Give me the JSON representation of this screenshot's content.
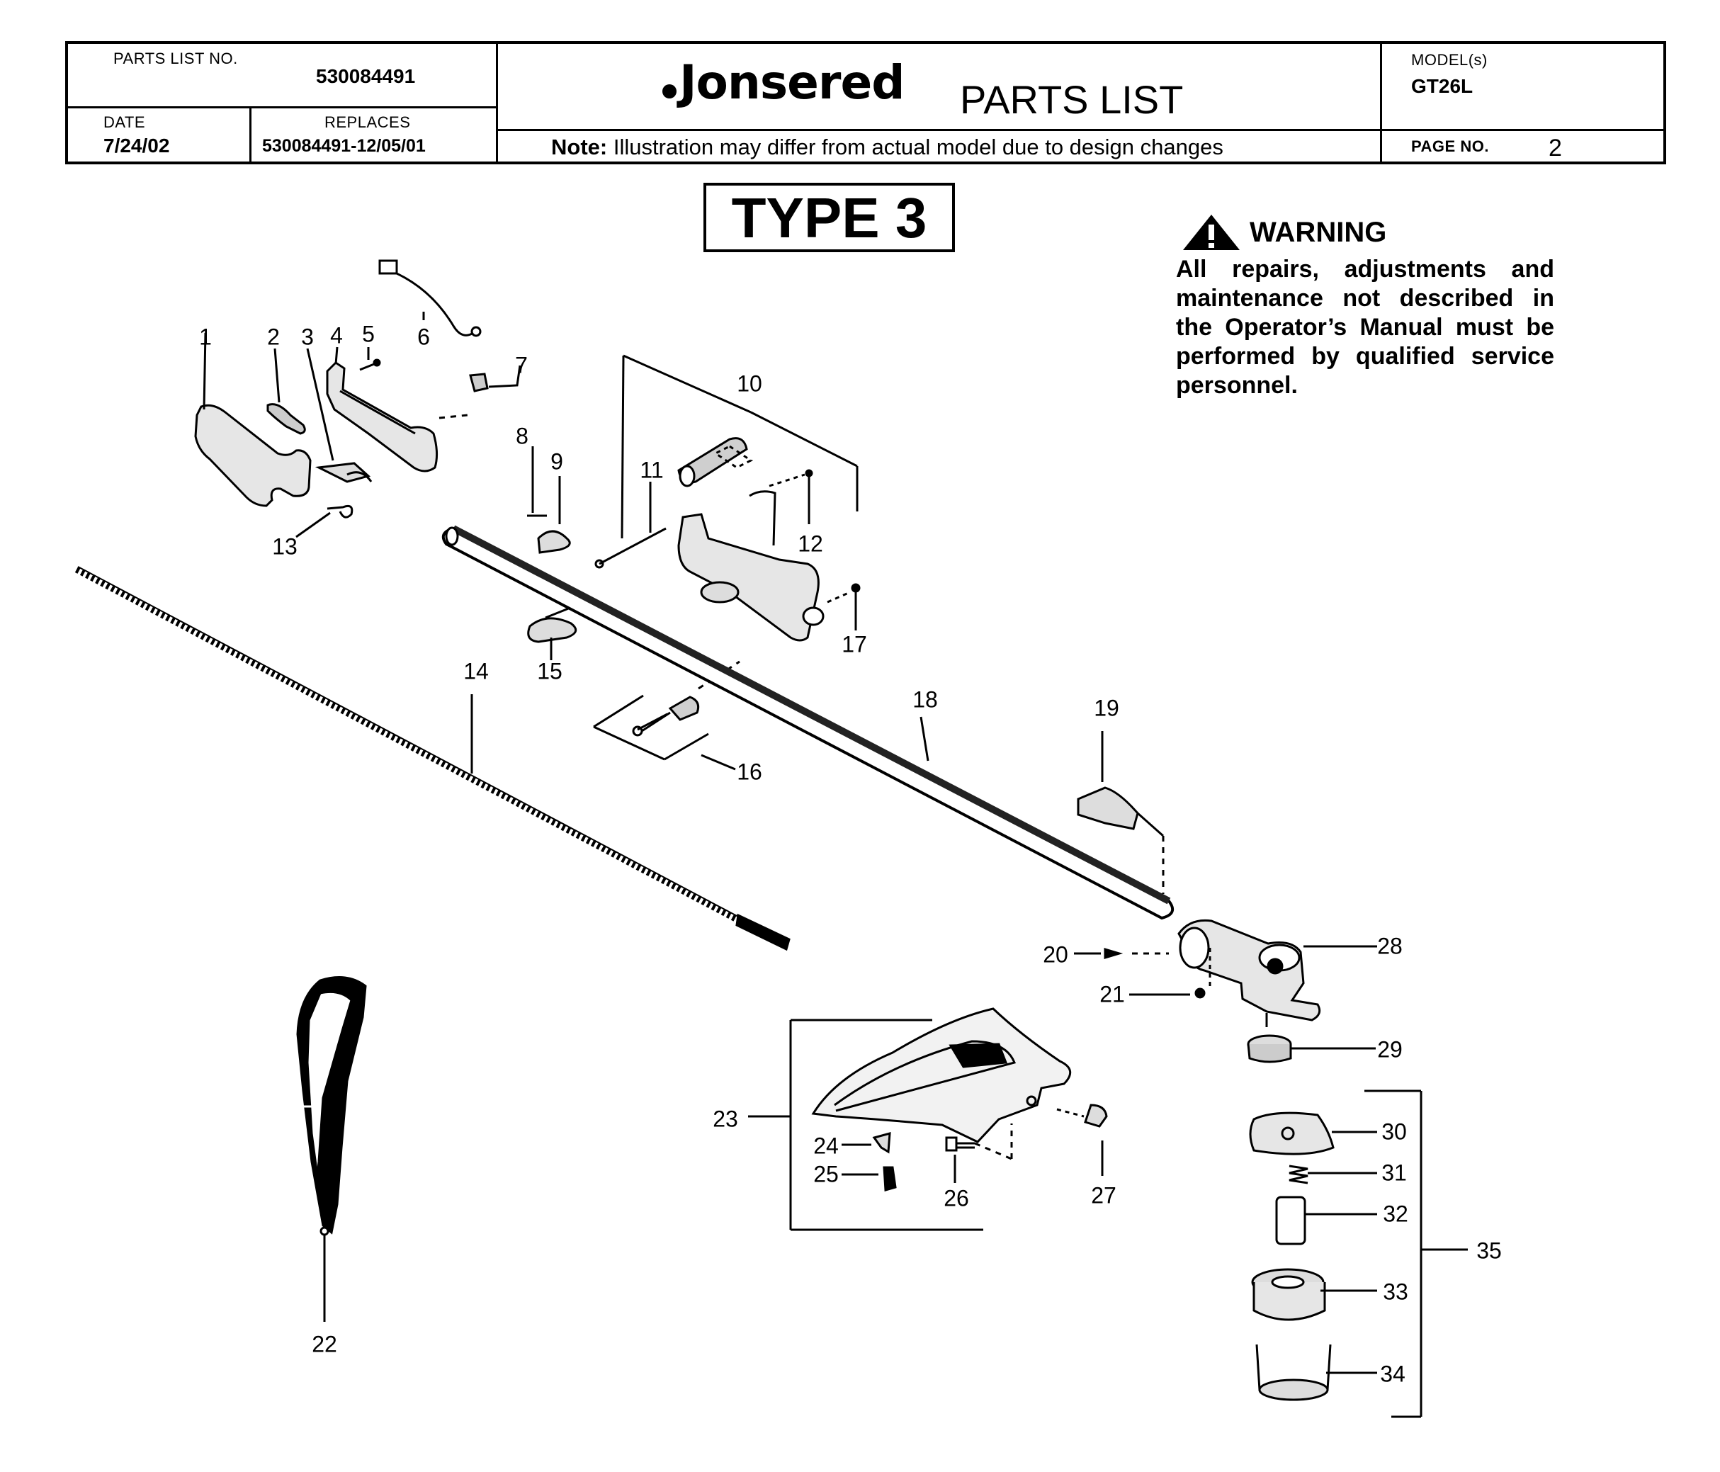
{
  "header": {
    "parts_list_no_label": "PARTS LIST NO.",
    "parts_list_no": "530084491",
    "date_label": "DATE",
    "date": "7/24/02",
    "replaces_label": "REPLACES",
    "replaces": "530084491-12/05/01",
    "brand": "Jonsered",
    "title": "PARTS LIST",
    "models_label": "MODEL(s)",
    "model": "GT26L",
    "note_label": "Note:",
    "note_text": "Illustration may differ from actual model due to design changes",
    "page_label": "PAGE  NO.",
    "page_no": "2"
  },
  "type_label": "TYPE 3",
  "warning": {
    "title": "WARNING",
    "text": "All repairs, adjustments and maintenance not described in the Operator’s Manual must be performed by qualified service personnel."
  },
  "callouts": [
    "1",
    "2",
    "3",
    "4",
    "5",
    "6",
    "7",
    "8",
    "9",
    "10",
    "11",
    "12",
    "13",
    "14",
    "15",
    "16",
    "17",
    "18",
    "19",
    "20",
    "21",
    "22",
    "23",
    "24",
    "25",
    "26",
    "27",
    "28",
    "29",
    "30",
    "31",
    "32",
    "33",
    "34",
    "35"
  ]
}
